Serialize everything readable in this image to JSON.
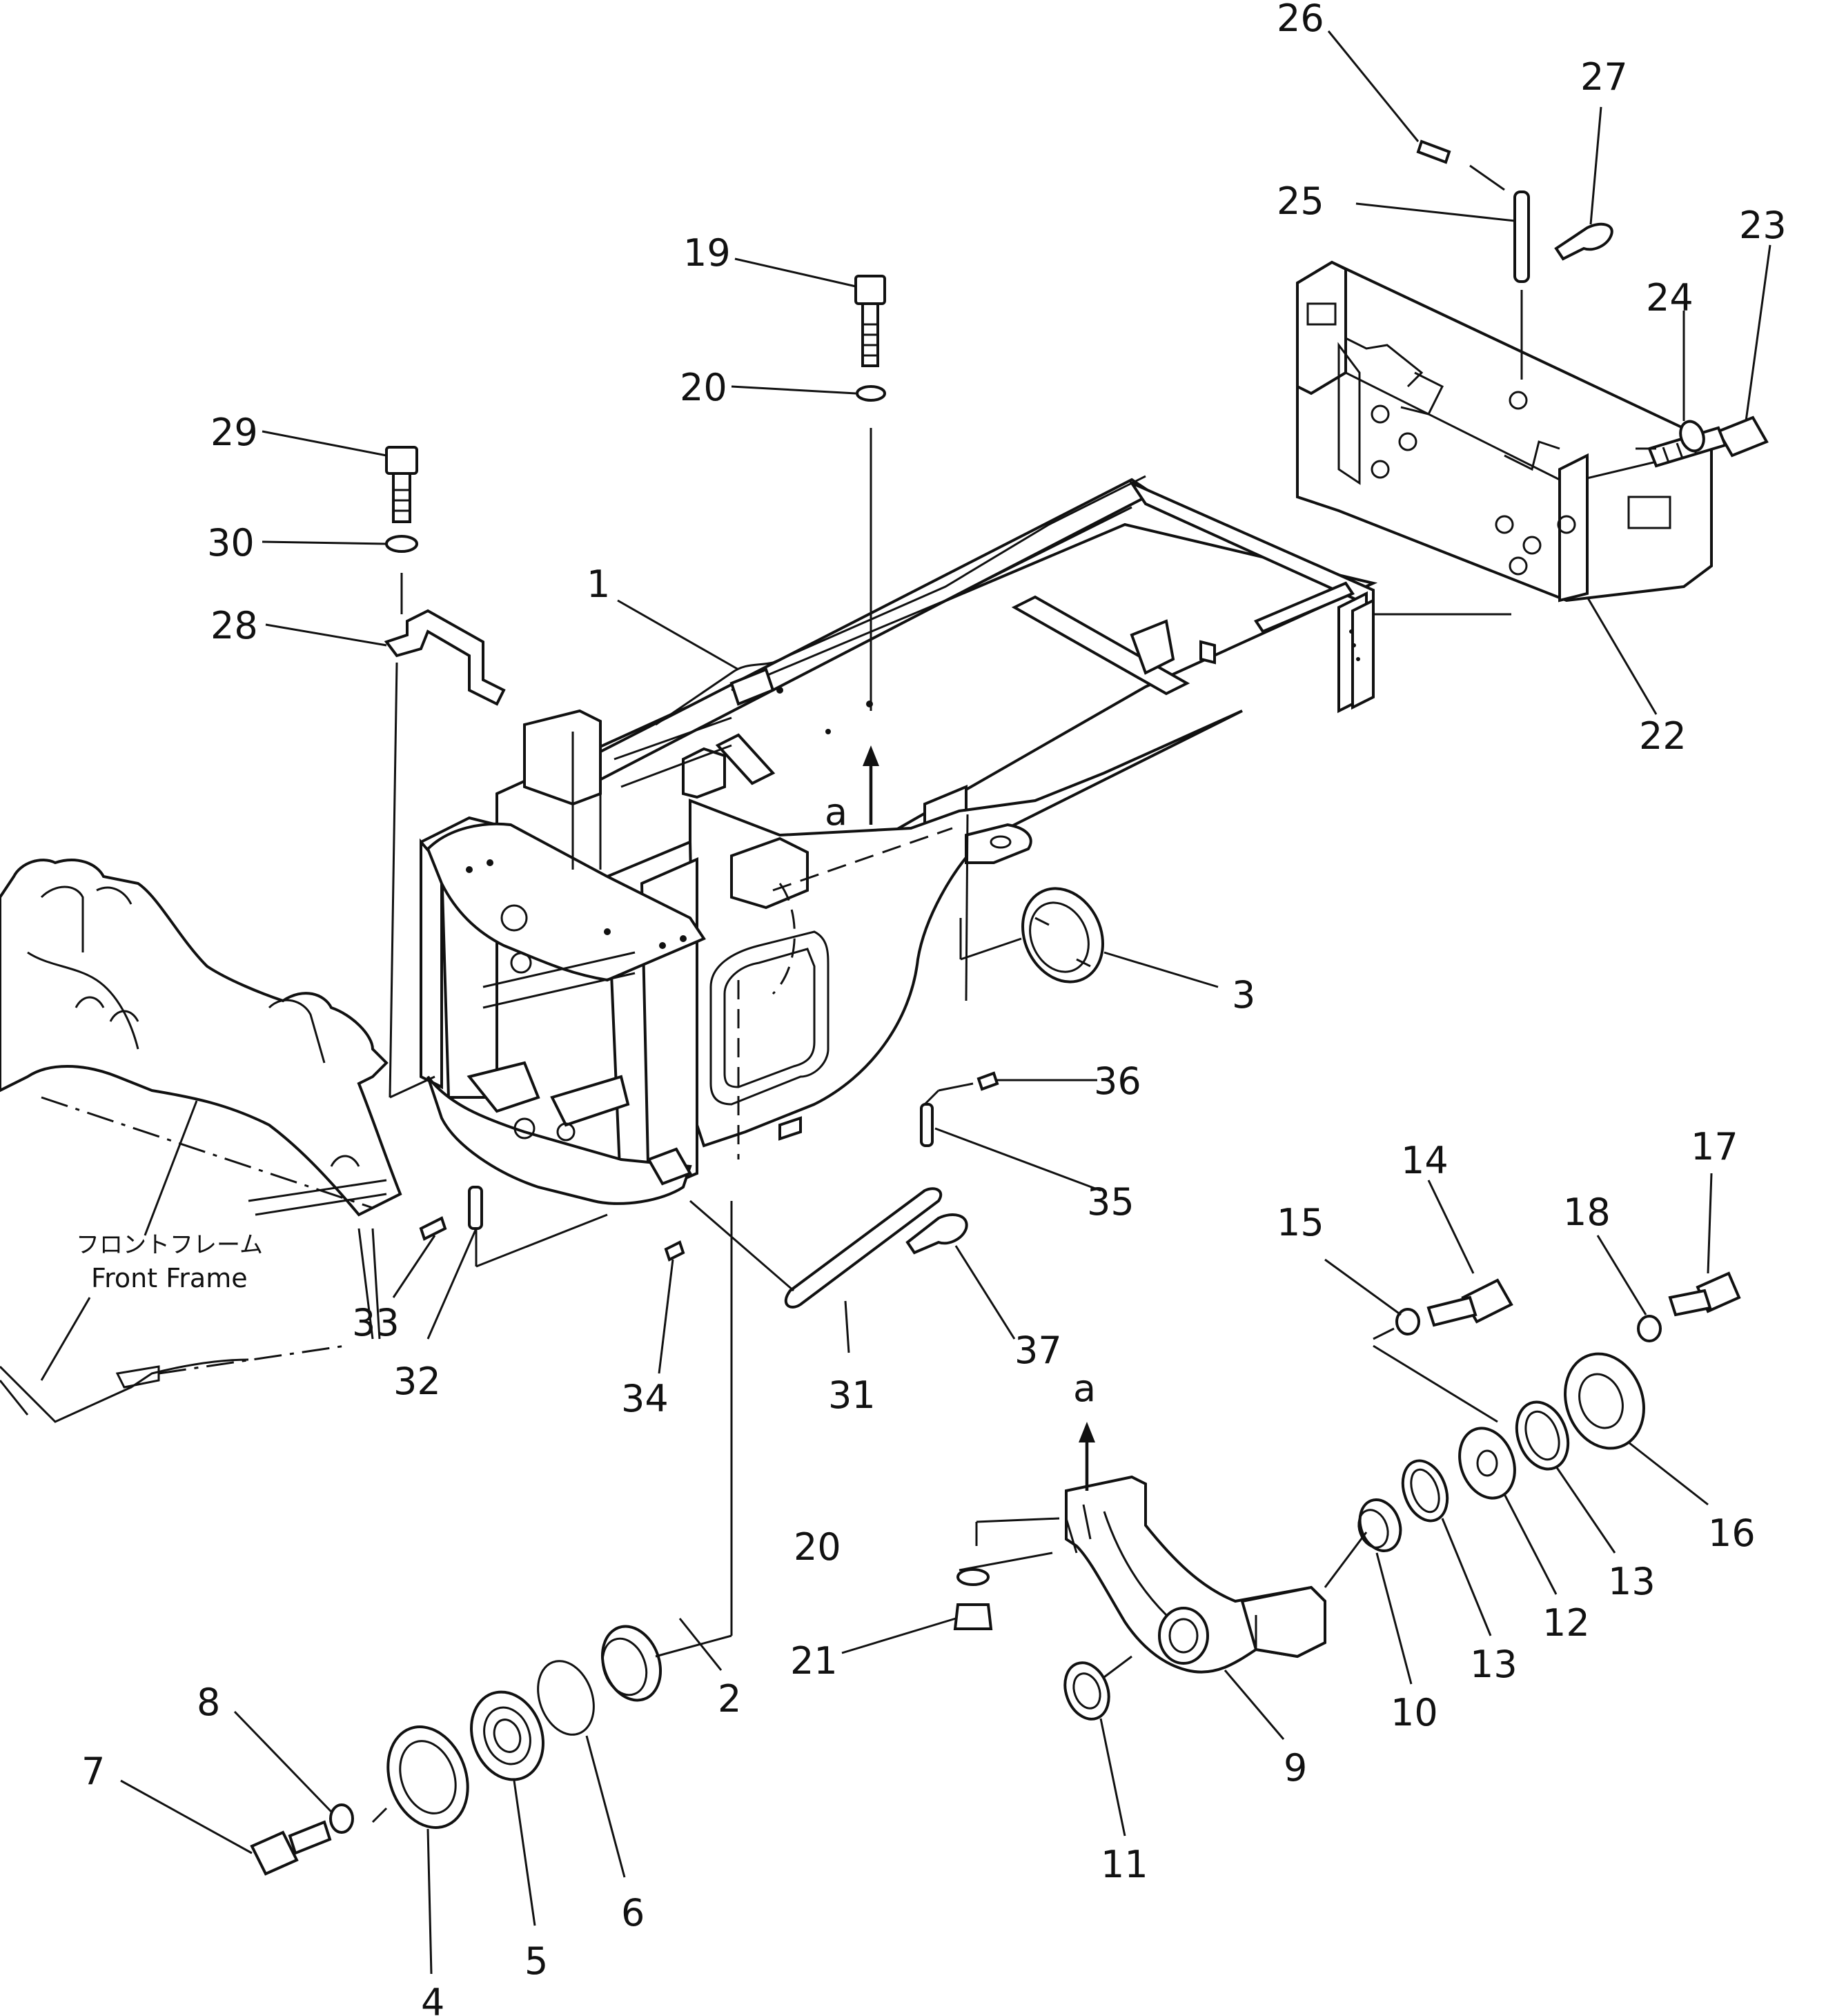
{
  "diagram": {
    "callouts": [
      "1",
      "2",
      "3",
      "4",
      "5",
      "6",
      "7",
      "8",
      "9",
      "10",
      "11",
      "12",
      "13",
      "13",
      "14",
      "15",
      "16",
      "17",
      "18",
      "19",
      "20",
      "20",
      "21",
      "22",
      "23",
      "24",
      "25",
      "26",
      "27",
      "28",
      "29",
      "30",
      "31",
      "32",
      "33",
      "33",
      "34",
      "35",
      "36",
      "37"
    ],
    "view_markers": [
      "a",
      "a"
    ],
    "front_frame_label_jp": "フロントフレーム",
    "front_frame_label_en": "Front Frame",
    "ink_color": "#111111",
    "paper_color": "#ffffff"
  }
}
